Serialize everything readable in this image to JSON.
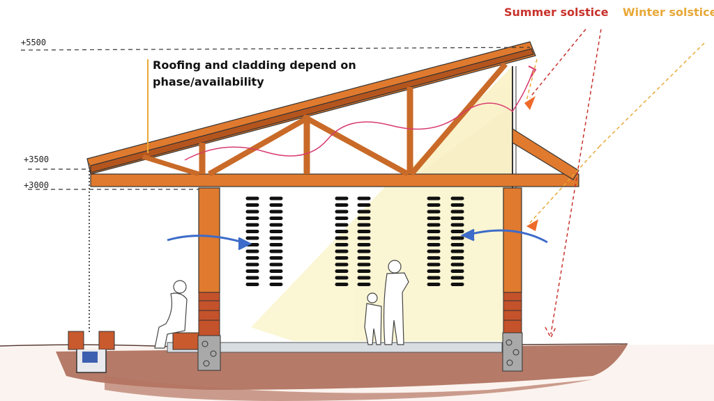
{
  "annotations": {
    "summer_solstice": "Summer solstice",
    "winter_solstice": "Winter solstice",
    "roof_note_line1": "Roofing and cladding depend on",
    "roof_note_line2": "phase/availability"
  },
  "levels": {
    "top": "+5500",
    "eave": "+3500",
    "beam": "+3000"
  },
  "colors": {
    "summer": "#c8322c",
    "winter": "#e8a838",
    "timber": "#e07a2e",
    "timber_dark": "#b4551e",
    "ground": "#a86450",
    "air_flow": "#3d6bc9",
    "hot_air": "#d83a6e",
    "sunlight": "#f6e9a0"
  }
}
